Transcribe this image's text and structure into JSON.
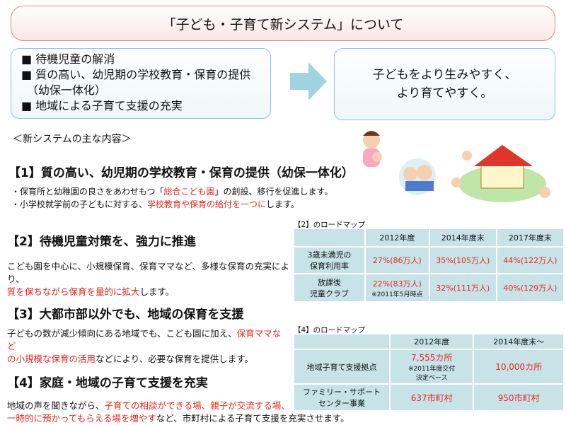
{
  "title": "「子ども・子育て新システム」について",
  "goals": [
    "■ 待機児童の解消",
    "■ 質の高い、幼児期の学校教育・保育の提供",
    "　（幼保一体化）",
    "■ 地域による子育て支援の充実"
  ],
  "vision": [
    "子どもをより生みやすく、",
    "より育てやすく。"
  ],
  "main_heading": "＜新システムの主な内容＞",
  "s1": {
    "heading": "【1】質の高い、幼児期の学校教育・保育の提供（幼保一体化）",
    "l1a": "・保育所と幼稚園の良さをあわせもつ「",
    "l1b": "総合こども園",
    "l1c": "」の創設、移行を促進します。",
    "l2a": "・小学校就学前の子どもに対する、",
    "l2b": "学校教育や保育の給付を一つに",
    "l2c": "します。"
  },
  "s2": {
    "heading": "【2】待機児童対策を、強力に推進",
    "t1": "こども園を中心に、小規模保育、保育ママなど、多様な保育の充実により、",
    "t2": "質を保ちながら保育を量的に拡大",
    "t3": "します。"
  },
  "s3": {
    "heading": "【3】大都市部以外でも、地域の保育を支援",
    "t1": "子どもの数が減少傾向にある地域でも、こども園に加え、",
    "t2": "保育ママなど",
    "t3": "の小規模な保育の活用",
    "t4": "などにより、必要な保育を提供します。"
  },
  "s4": {
    "heading": "【4】家庭・地域の子育て支援を充実",
    "t1": "地域の声を聞きながら、",
    "t2": "子育ての相談ができる場、親子が交流する場、",
    "t3": "一時的に預かってもらえる場を増やす",
    "t4": "など、市町村による子育て支援を充実させます。"
  },
  "roadmap2": {
    "caption": "【2】のロードマップ",
    "headers": [
      "2012年度",
      "2014年度末",
      "2017年度末"
    ],
    "rows": [
      {
        "label": [
          "3歳未満児の",
          "保育利用率"
        ],
        "values": [
          "27%(86万人)",
          "35%(105万人)",
          "44%(122万人)"
        ],
        "note": ""
      },
      {
        "label": [
          "放課後",
          "児童クラブ"
        ],
        "values": [
          "22%(83万人)",
          "32%(111万人)",
          "40%(129万人)"
        ],
        "note": "※2011年5月時点"
      }
    ]
  },
  "roadmap4": {
    "caption": "【4】のロードマップ",
    "headers": [
      "2012年度",
      "2014年度末～"
    ],
    "rows": [
      {
        "label": [
          "地域子育て支援拠点",
          ""
        ],
        "values": [
          "7,555カ所",
          "10,000カ所"
        ],
        "note": [
          "※2011年度交付",
          "決定ベース"
        ]
      },
      {
        "label": [
          "ファミリー・サポート",
          "センター事業"
        ],
        "values": [
          "637市町村",
          "950市町村"
        ],
        "note": [
          "",
          ""
        ]
      }
    ]
  }
}
